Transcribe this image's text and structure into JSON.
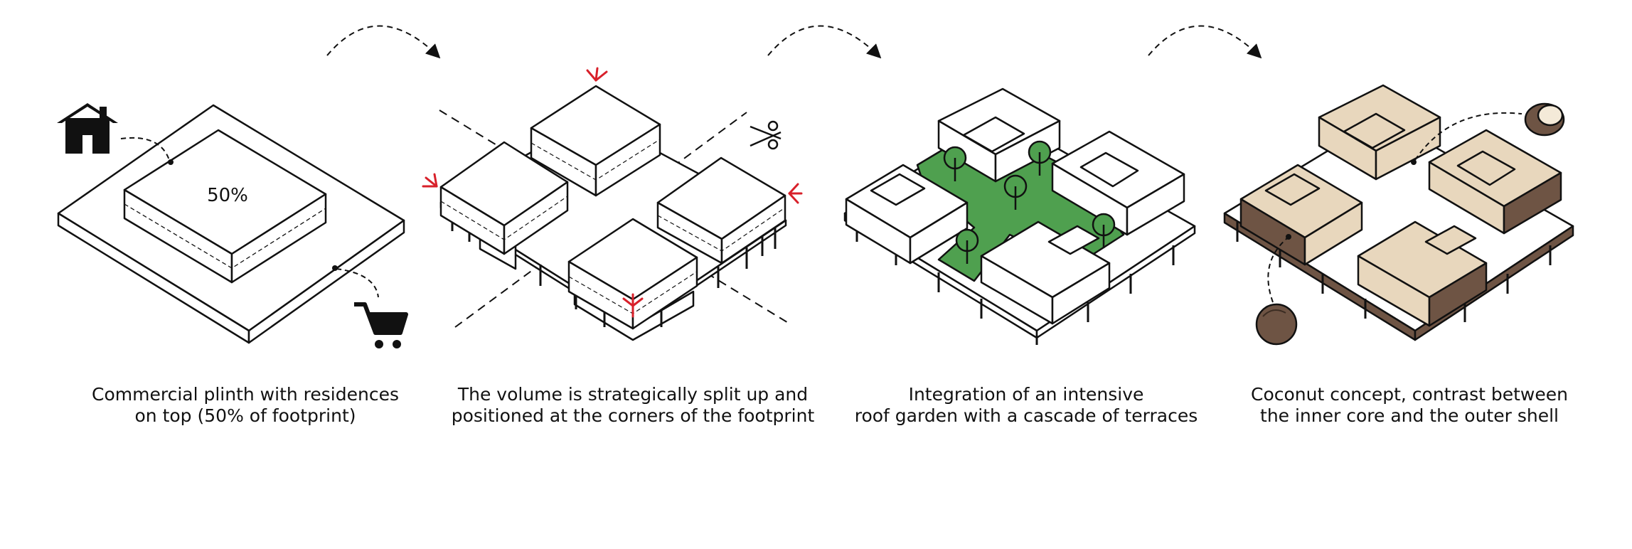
{
  "colors": {
    "stroke": "#111111",
    "green_roof": "#4fa04f",
    "coconut_shell": "#6e5444",
    "coconut_core": "#e8d7bd",
    "accent_red": "#d8202a",
    "background": "#ffffff"
  },
  "panels": [
    {
      "label_percent": "50%",
      "caption_lines": [
        "Commercial plinth with residences",
        "on top (50% of footprint)"
      ],
      "icons": [
        "house-icon",
        "shopping-cart-icon"
      ]
    },
    {
      "caption_lines": [
        "The volume is strategically split up and",
        "positioned at the corners of the footprint"
      ],
      "icons": [
        "scissors-icon"
      ]
    },
    {
      "caption_lines": [
        "Integration of an intensive",
        "roof garden with a cascade of terraces"
      ],
      "icons": [
        "tree-icon"
      ]
    },
    {
      "caption_lines": [
        "Coconut concept, contrast between",
        "the inner core and the outer shell"
      ],
      "icons": [
        "coconut-half-icon",
        "coconut-whole-icon"
      ]
    }
  ],
  "arrows": [
    "step-arrow-1",
    "step-arrow-2",
    "step-arrow-3"
  ]
}
